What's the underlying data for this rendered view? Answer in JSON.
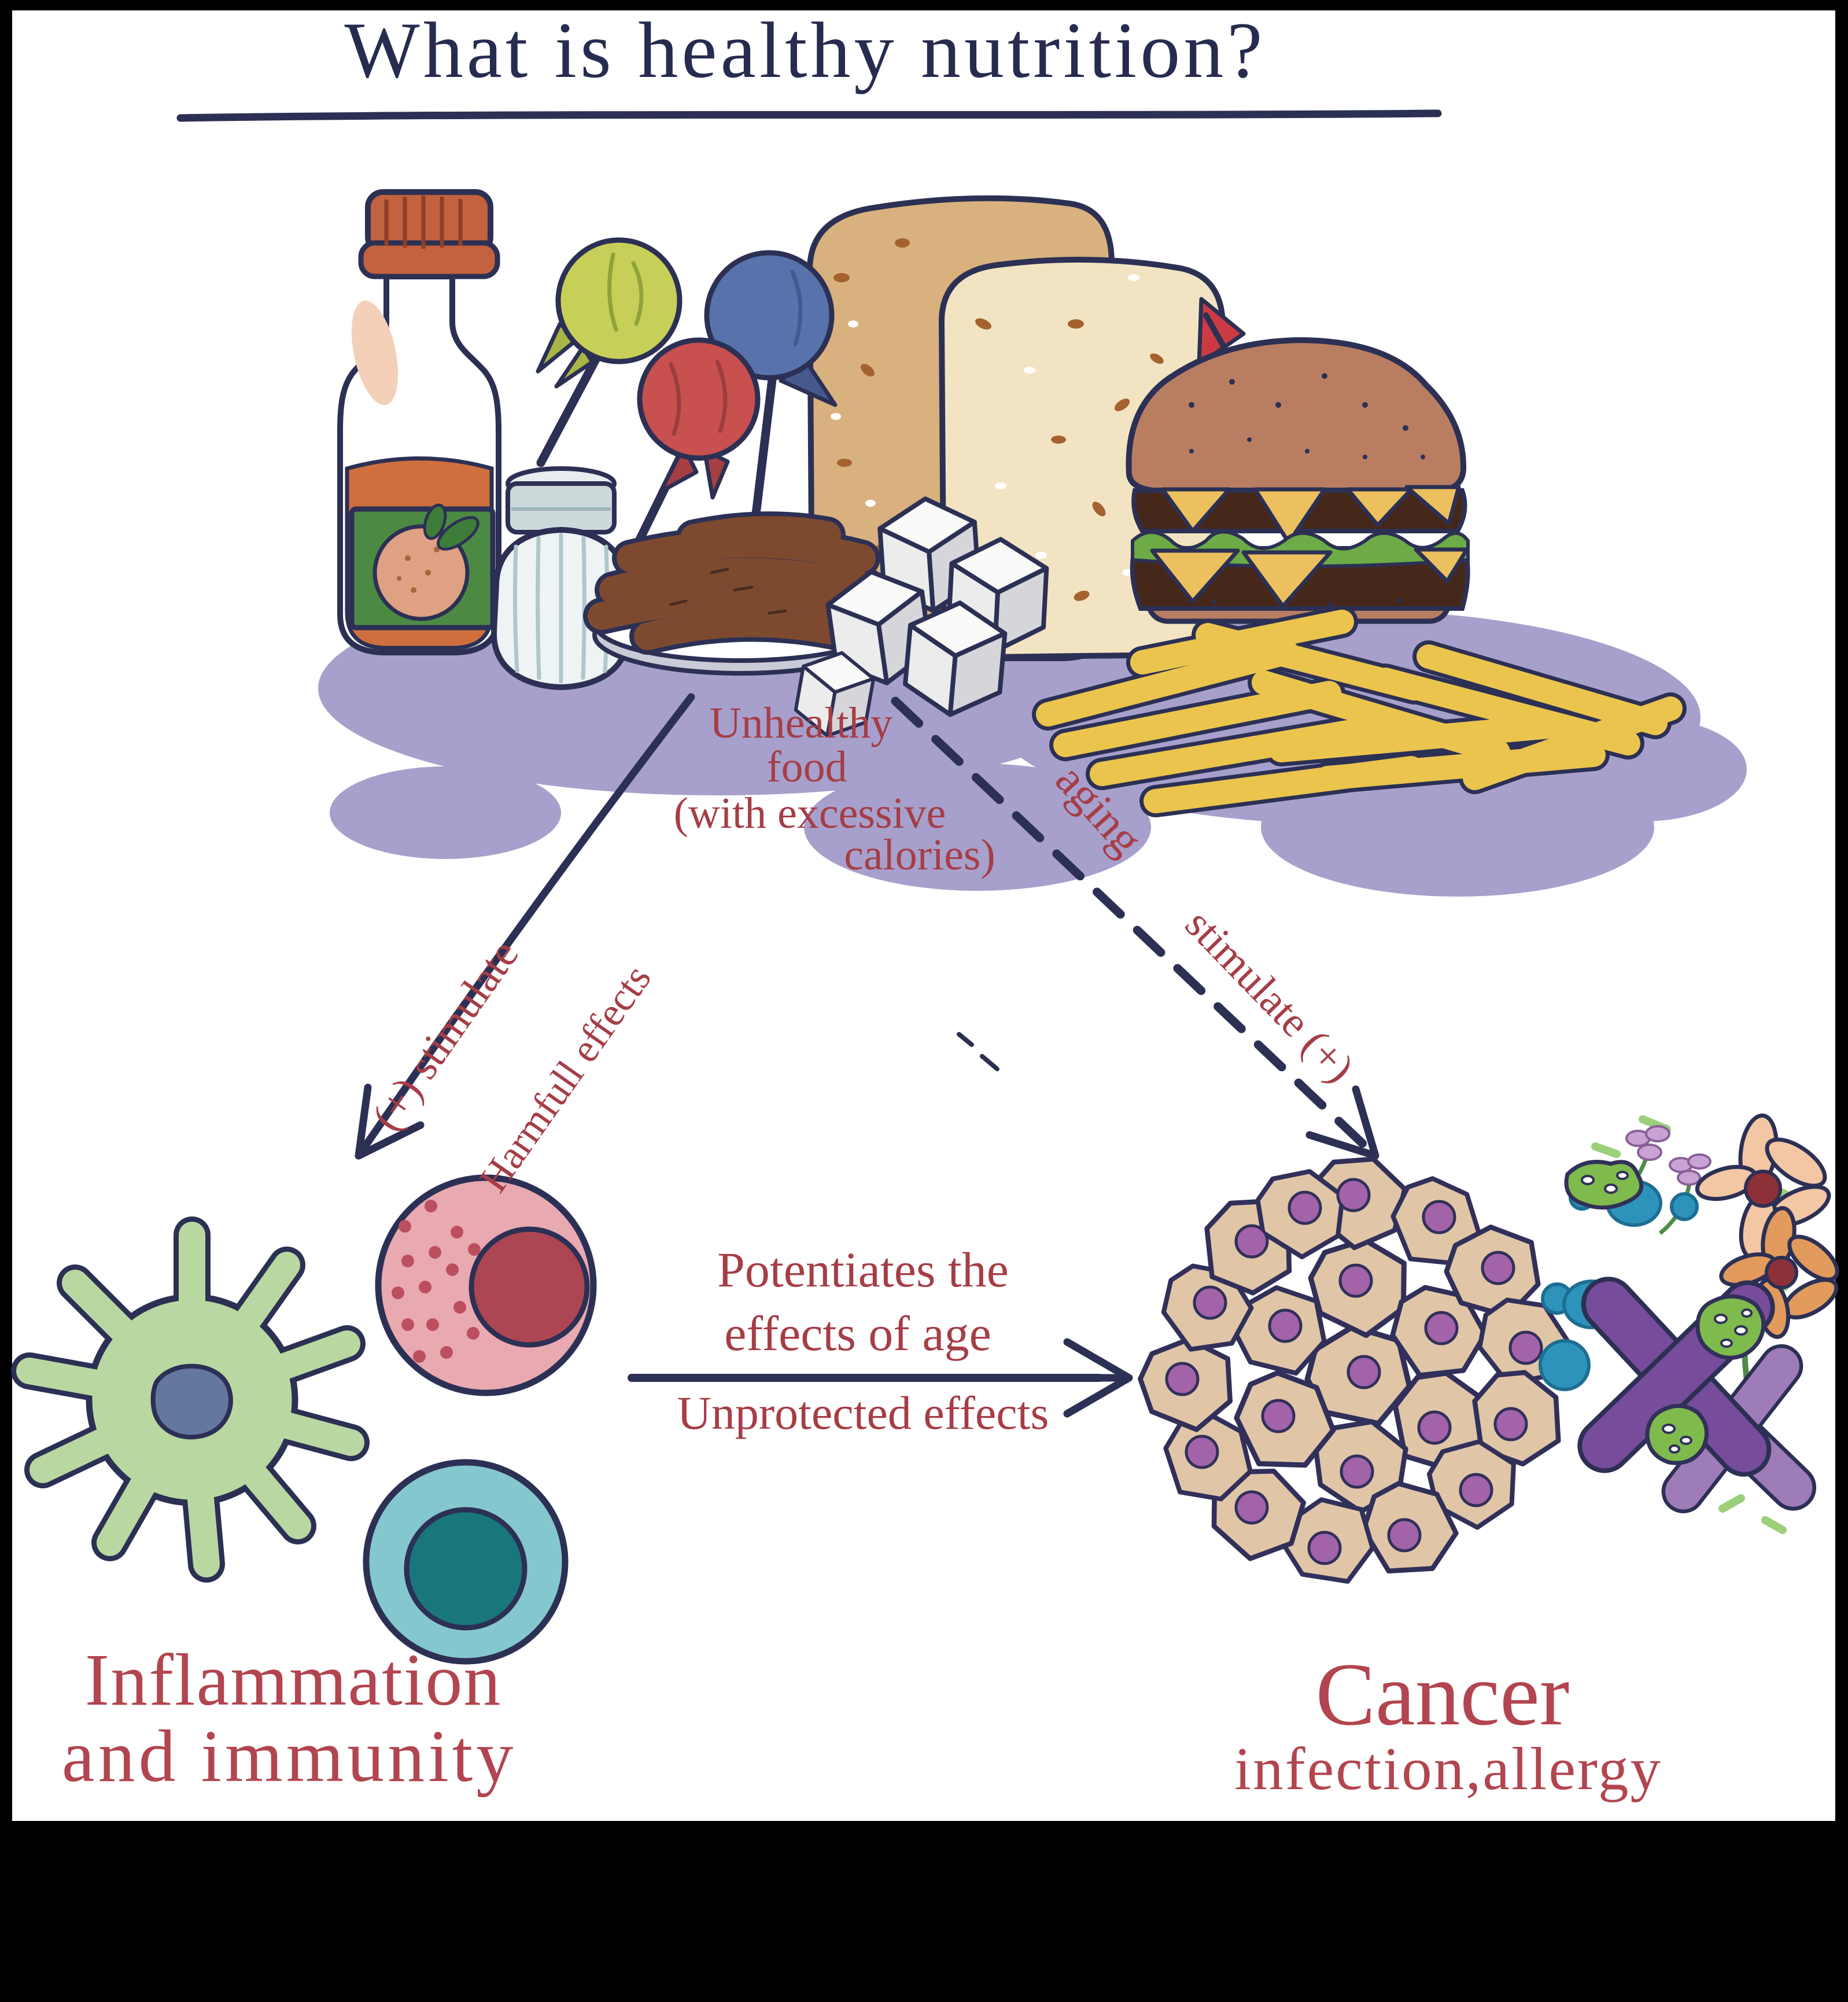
{
  "page": {
    "outer_background": "#000000",
    "canvas_background": "#ffffff"
  },
  "title": {
    "text": "What is healthy nutrition?"
  },
  "colors": {
    "outline_navy": "#2c3054",
    "label_red": "#a63d46",
    "heading_red": "#b2454f",
    "shadow_purple": "#a7a0cc",
    "lollipop_green": "#c6cf58",
    "lollipop_blue": "#5873ac",
    "lollipop_red": "#c8504f",
    "bun_brown": "#b97e62",
    "cheese_yellow": "#ecc05e",
    "lettuce_green": "#6cab45",
    "fries_yellow": "#eac44d",
    "macrophage_green": "#b9d8a1",
    "granulocyte_pink": "#e9a9b0",
    "lymphocyte_teal": "#85c7ce",
    "tumor_tan": "#e0c6a7",
    "tumor_nucleus_purple": "#a263a8",
    "chromosome_purple": "#764c9b"
  },
  "food_group": {
    "caption": {
      "line1": "Unhealthy",
      "line2": "food",
      "line3": "(with excessive",
      "line4": "calories)"
    },
    "items": [
      "juice-bottle",
      "salt-shaker",
      "lollipops",
      "sausages-on-plate",
      "bread-loaf",
      "sugar-cubes",
      "cheeseburger",
      "french-fries"
    ]
  },
  "arrows": {
    "left": {
      "style": "solid",
      "label_top": "(+) stimulate",
      "label_bottom": "Harmfull effects"
    },
    "right": {
      "style": "dashed",
      "label_top": "aging",
      "label_bottom": "stimulate (+)"
    },
    "middle": {
      "style": "solid",
      "line1": "Potentiates the",
      "line2": "effects of age",
      "line3": "Unprotected effects"
    }
  },
  "outcomes": {
    "left": {
      "line1": "Inflammation",
      "line2": "and immunity",
      "items": [
        "macrophage-cell",
        "granulocyte-cell",
        "lymphocyte-cell"
      ]
    },
    "right": {
      "line1": "Cancer",
      "line2": "infection,allergy",
      "items": [
        "tumor-cell-cluster",
        "chromosomes",
        "virus-particles",
        "pollen",
        "flowers"
      ]
    }
  }
}
